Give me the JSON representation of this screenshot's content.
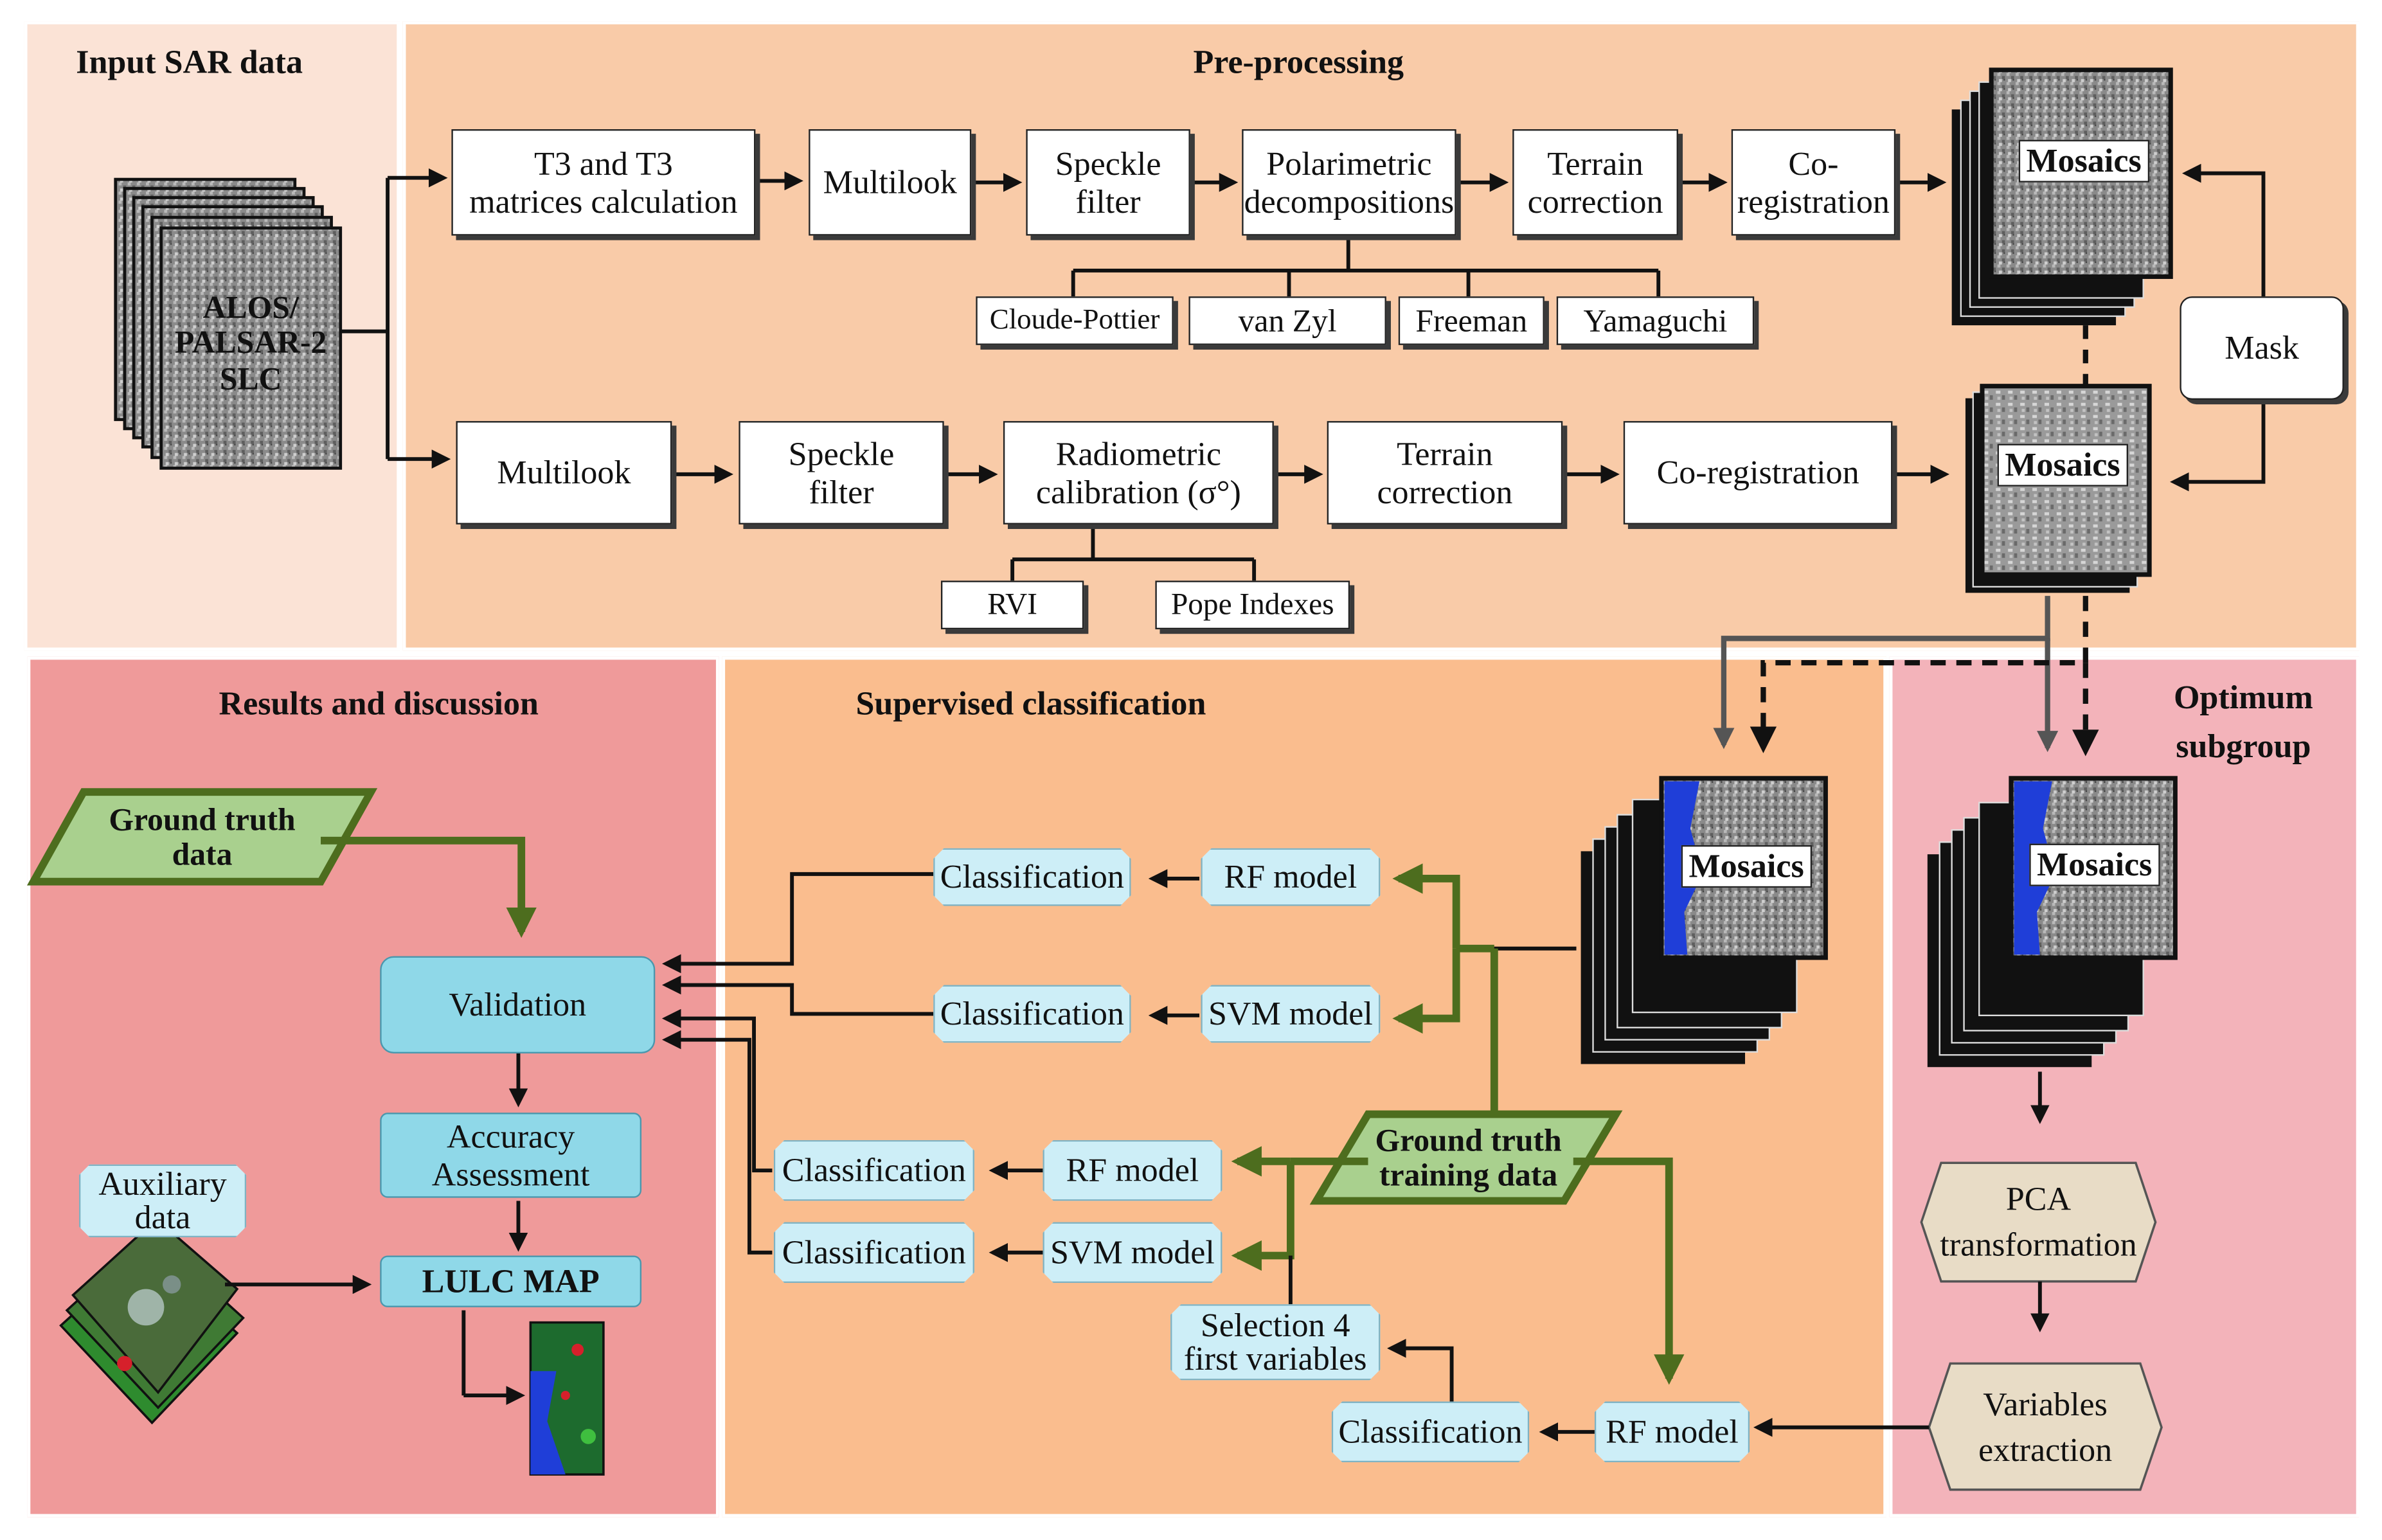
{
  "panels": {
    "input": "Input SAR data",
    "preprocessing": "Pre-processing",
    "results": "Results and discussion",
    "supervised": "Supervised classification",
    "optimum": "Optimum\nsubgroup"
  },
  "input_stack": "ALOS/\nPALSAR-2\nSLC",
  "row1": {
    "t3": "T3 and T3\nmatrices calculation",
    "multilook": "Multilook",
    "speckle": "Speckle\nfilter",
    "polarimetric": "Polarimetric\ndecompositions",
    "terrain": "Terrain\ncorrection",
    "coreg": "Co-\nregistration"
  },
  "decompositions": [
    "Cloude-Pottier",
    "van Zyl",
    "Freeman",
    "Yamaguchi"
  ],
  "row2": {
    "multilook": "Multilook",
    "speckle": "Speckle\nfilter",
    "radiometric": "Radiometric\ncalibration (σ°)",
    "terrain": "Terrain\ncorrection",
    "coreg": "Co-registration"
  },
  "indexes": [
    "RVI",
    "Pope Indexes"
  ],
  "mask": "Mask",
  "mosaics": "Mosaics",
  "supervised_nodes": {
    "classification": "Classification",
    "rf_model": "RF model",
    "svm_model": "SVM model",
    "selection": "Selection 4\nfirst variables"
  },
  "ground_truth_training": "Ground truth\ntraining data",
  "ground_truth_data": "Ground truth\ndata",
  "results_nodes": {
    "validation": "Validation",
    "accuracy": "Accuracy\nAssessment",
    "lulc": "LULC MAP",
    "auxiliary": "Auxiliary\ndata"
  },
  "optimum_nodes": {
    "pca": "PCA\ntransformation",
    "variables": "Variables\nextraction"
  },
  "colors": {
    "input_bg": "#fbe3d6",
    "preprocessing_bg": "#f9cba8",
    "results_bg": "#ef9a9a",
    "supervised_bg": "#fabd8e",
    "optimum_bg": "#f3b3ba",
    "green": "#4d6d1e",
    "green_fill": "#a9d08e",
    "cyan_fill": "#cdeef7",
    "validation_fill": "#8fd8e8",
    "hex_fill": "#e8dcc6"
  }
}
